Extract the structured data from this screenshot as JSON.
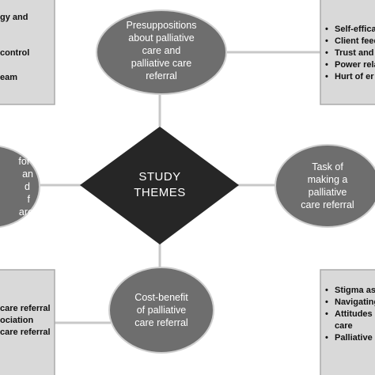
{
  "center": {
    "line1": "STUDY",
    "line2": "THEMES"
  },
  "top_node": {
    "lines": [
      "Presuppositions",
      "about palliative",
      "care and",
      "palliative care",
      "referral"
    ]
  },
  "right_node": {
    "lines": [
      "Task of",
      "making a",
      "palliative",
      "care referral"
    ]
  },
  "bottom_node": {
    "lines": [
      "Cost-benefit",
      "of palliative",
      "care referral"
    ]
  },
  "left_node": {
    "lines": [
      "for",
      "an",
      "d",
      "f",
      "are"
    ]
  },
  "top_left_box": {
    "lines": [
      "gy and",
      "control",
      "eam"
    ]
  },
  "top_right_box": {
    "items": [
      "Self-effica",
      "Client feed",
      "Trust and",
      "Power rela",
      "Hurt of er"
    ]
  },
  "bottom_left_box": {
    "lines": [
      "care referral",
      "ociation",
      "care referral"
    ]
  },
  "bottom_right_box": {
    "items": [
      "Stigma ass",
      "Navigating",
      "Attitudes",
      "Palliative c"
    ],
    "continuation": "care"
  },
  "colors": {
    "node_fill": "#6e6e6e",
    "center_fill": "#262626",
    "box_fill": "#d9d9d9",
    "connector": "#c8c8c8"
  }
}
